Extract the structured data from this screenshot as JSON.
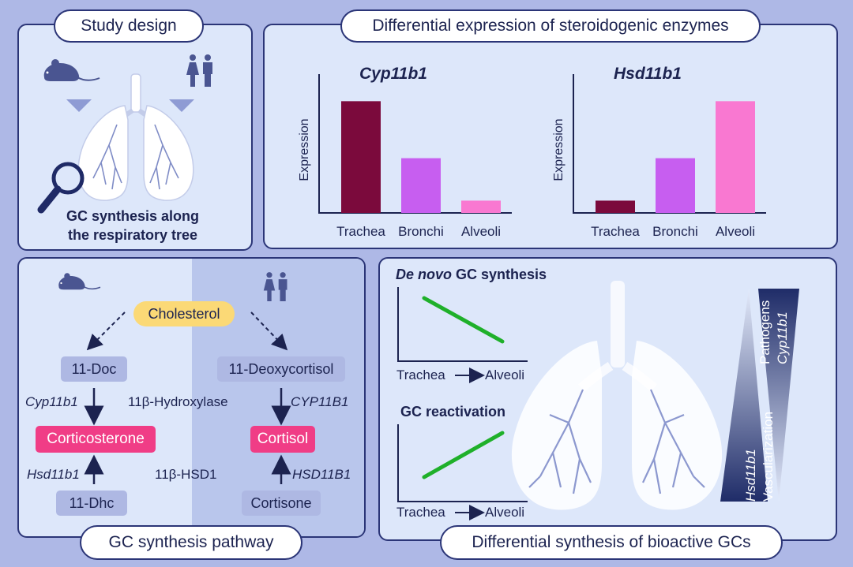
{
  "study_design": {
    "title": "Study design",
    "caption_line1": "GC synthesis along",
    "caption_line2": "the respiratory tree"
  },
  "differential_expression": {
    "title": "Differential expression of steroidogenic enzymes"
  },
  "chart_data": [
    {
      "type": "bar",
      "title": "Cyp11b1",
      "ylabel": "Expression",
      "xlabel": "",
      "categories": [
        "Trachea",
        "Bronchi",
        "Alveoli"
      ],
      "values": [
        100,
        49,
        11
      ],
      "colors": [
        "#7b0a3c",
        "#c75ef0",
        "#f978d1"
      ],
      "ylim": [
        0,
        120
      ],
      "axis_ticks": false
    },
    {
      "type": "bar",
      "title": "Hsd11b1",
      "ylabel": "Expression",
      "xlabel": "",
      "categories": [
        "Trachea",
        "Bronchi",
        "Alveoli"
      ],
      "values": [
        11,
        49,
        100
      ],
      "colors": [
        "#7b0a3c",
        "#c75ef0",
        "#f978d1"
      ],
      "ylim": [
        0,
        120
      ],
      "axis_ticks": false
    }
  ],
  "pathway": {
    "title": "GC synthesis pathway",
    "cholesterol": "Cholesterol",
    "mouse": {
      "precursor": "11-Doc",
      "enzyme1": "Cyp11b1",
      "product": "Corticosterone",
      "enzyme2": "Hsd11b1",
      "inactive": "11-Dhc"
    },
    "human": {
      "precursor": "11-Deoxycortisol",
      "enzyme1": "CYP11B1",
      "product": "Cortisol",
      "enzyme2": "HSD11B1",
      "inactive": "Cortisone"
    },
    "reaction1": "11β-Hydroxylase",
    "reaction2": "11β-HSD1"
  },
  "bioactive": {
    "title": "Differential synthesis of bioactive GCs",
    "denovo_italic": "De novo",
    "denovo_rest": " GC synthesis",
    "reactivation": "GC reactivation",
    "axis_start": "Trachea",
    "axis_end": "Alveoli",
    "gradient_left_italic": "Hsd11b1",
    "gradient_left_text": "Vascularization",
    "gradient_right_text": "Pathogens",
    "gradient_right_italic": "Cyp11b1"
  },
  "colors": {
    "background": "#aeb8e6",
    "panel": "#dde7fa",
    "border": "#2b3577",
    "trend_line": "#1fb02a",
    "cholesterol": "#fbd976",
    "pink": "#f03d86"
  },
  "icons": [
    "mouse-icon",
    "human-couple-icon",
    "lung-icon",
    "magnifier-icon"
  ]
}
